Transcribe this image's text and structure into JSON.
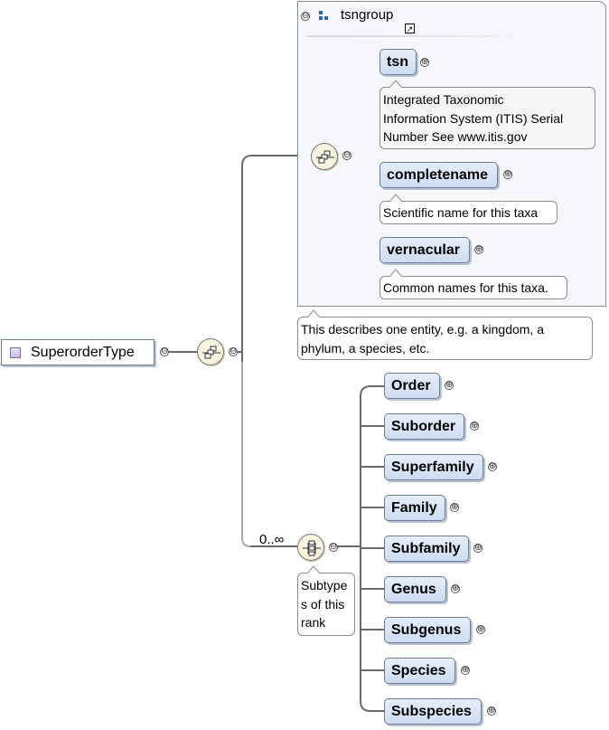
{
  "root": {
    "name": "SuperorderType"
  },
  "group": {
    "name": "tsngroup",
    "note": "This describes one entity, e.g. a kingdom, a phylum, a species, etc.",
    "elements": [
      {
        "name": "tsn",
        "doc": [
          "Integrated Taxonomic",
          "Information System (ITIS) Serial",
          "Number See www.itis.gov"
        ]
      },
      {
        "name": "completename",
        "doc": [
          "Scientific name for this taxa"
        ]
      },
      {
        "name": "vernacular",
        "doc": [
          "Common names for this taxa."
        ]
      }
    ]
  },
  "choice": {
    "occurrence": "0..∞",
    "doc": [
      "Subtype",
      "s of this",
      "rank"
    ],
    "elements": [
      "Order",
      "Suborder",
      "Superfamily",
      "Family",
      "Subfamily",
      "Genus",
      "Subgenus",
      "Species",
      "Subspecies"
    ]
  },
  "glyphs": {
    "collapse": "⊖",
    "expand": "⊕",
    "ref": "↗"
  },
  "colors": {
    "element_fill": "#d6e3f6",
    "compositor_fill": "#f8f4df",
    "group_fill": "#f5f7fa",
    "line": "#666666"
  }
}
